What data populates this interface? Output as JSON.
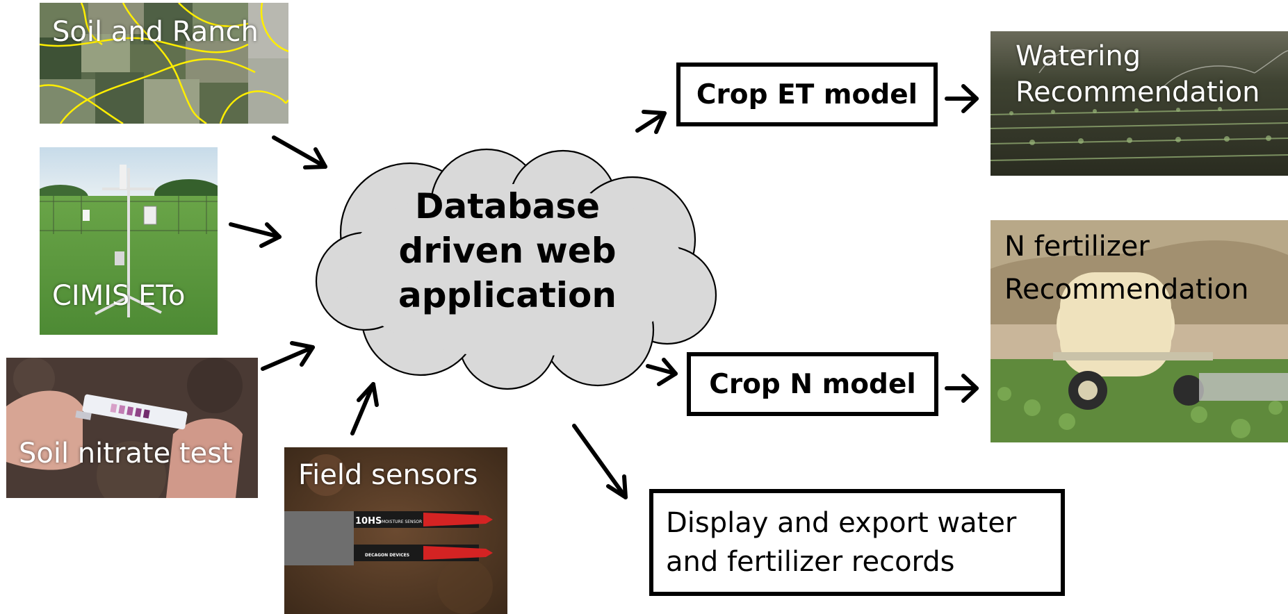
{
  "inputs": {
    "soil_ranch": {
      "label": "Soil and Ranch"
    },
    "cimis": {
      "label": "CIMIS ETo"
    },
    "soil_nitrate": {
      "label": "Soil nitrate test"
    },
    "field_sensors": {
      "label": "Field sensors",
      "sensor_text": "10HS",
      "sensor_subtext": "MOISTURE SENSOR",
      "brand_text": "DECAGON DEVICES"
    }
  },
  "center": {
    "line1": "Database",
    "line2": "driven web",
    "line3": "application"
  },
  "models": {
    "et_model": "Crop ET model",
    "n_model": "Crop N model"
  },
  "outputs": {
    "watering": {
      "line1": "Watering",
      "line2": "Recommendation"
    },
    "n_fertilizer": {
      "line1": "N fertilizer",
      "line2": "Recommendation"
    },
    "records": {
      "line1": "Display and export water",
      "line2": "and fertilizer records"
    }
  },
  "colors": {
    "cloud_fill": "#d9d9d9",
    "outline": "#000000",
    "label_text": "#ffffff",
    "soil_line": "#ffee00"
  }
}
